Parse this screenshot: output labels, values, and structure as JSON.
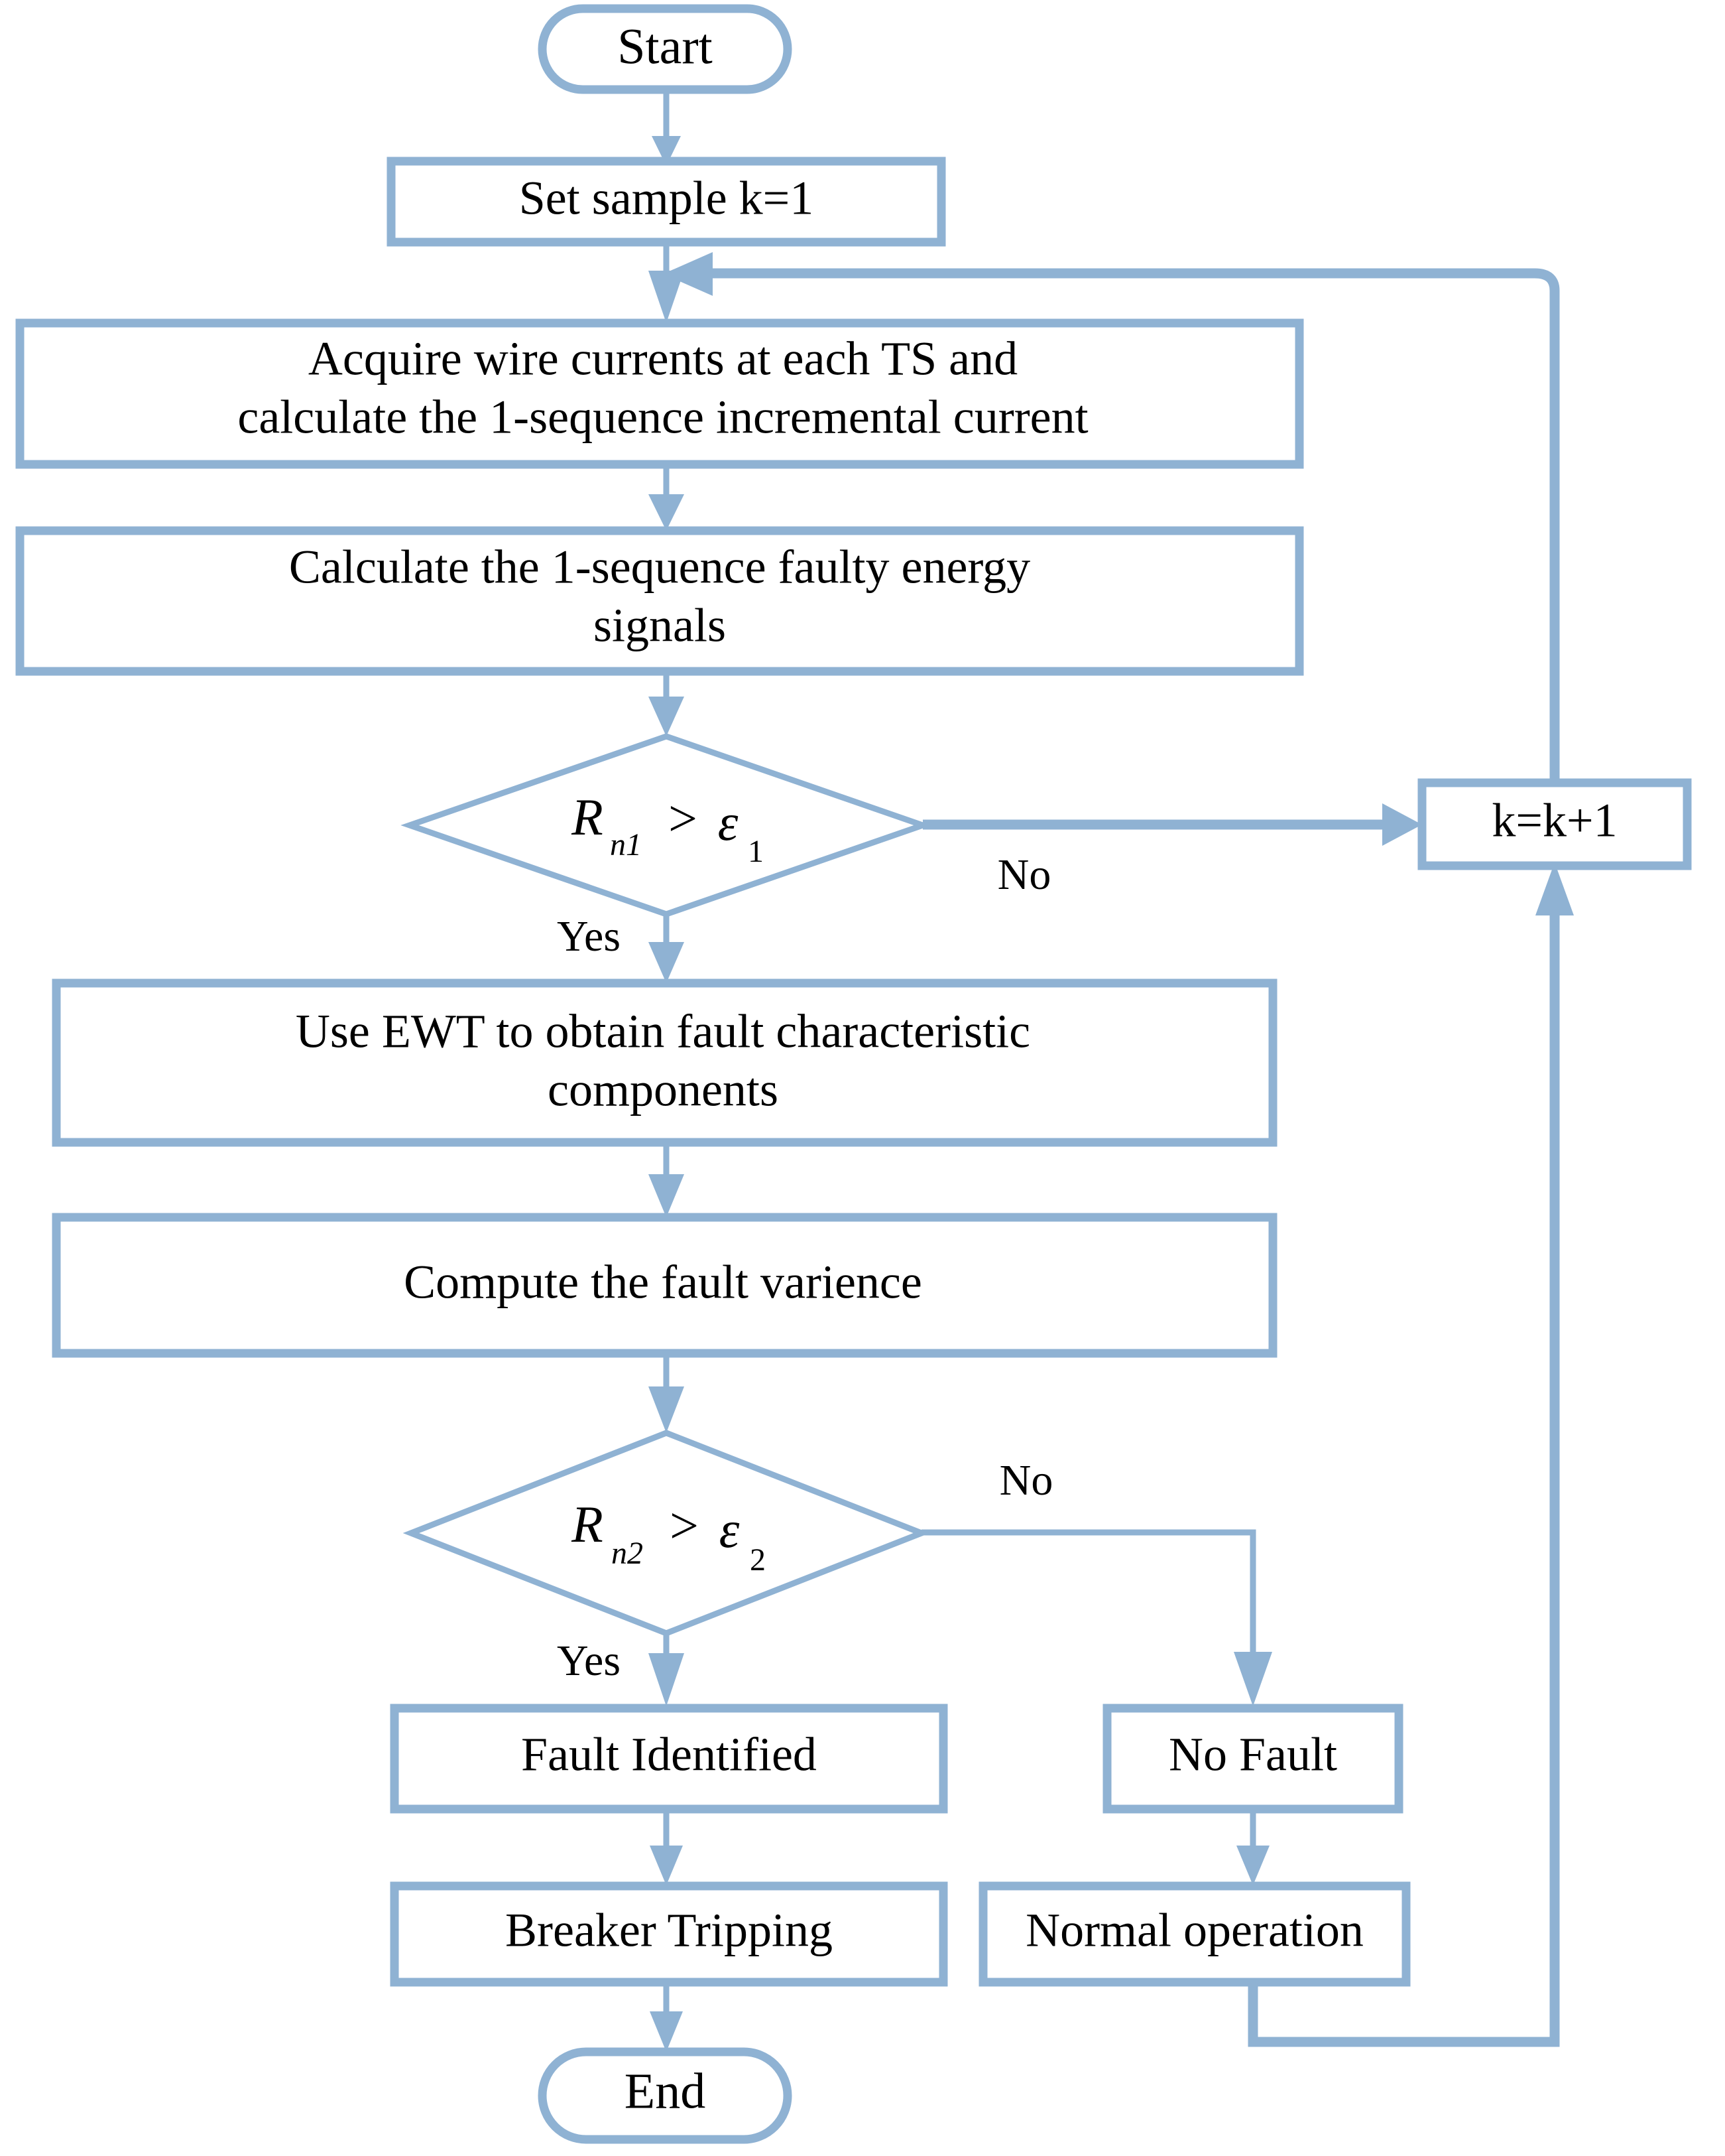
{
  "diagram": {
    "title": "Fault detection and protection flowchart",
    "accent_color": "#8FB2D3",
    "background_color": "#FFFFFF",
    "text_color": "#000000"
  },
  "nodes": {
    "start": {
      "label": "Start",
      "shape": "terminator"
    },
    "set_sample": {
      "label": "Set sample k=1",
      "shape": "process"
    },
    "acquire": {
      "line1": "Acquire wire currents at each TS and",
      "line2": "calculate the 1-sequence incremental current",
      "shape": "process"
    },
    "calc_energy": {
      "line1": "Calculate the 1-sequence faulty energy",
      "line2": "signals",
      "shape": "process"
    },
    "decision1": {
      "var": "R",
      "var_sub": "n1",
      "operator": ">",
      "threshold": "ε",
      "threshold_sub": "1",
      "shape": "decision"
    },
    "increment": {
      "label": "k=k+1",
      "shape": "process"
    },
    "ewt": {
      "line1": "Use EWT to obtain fault characteristic",
      "line2": "components",
      "shape": "process"
    },
    "variance": {
      "label": "Compute the fault varience",
      "shape": "process"
    },
    "decision2": {
      "var": "R",
      "var_sub": "n2",
      "operator": ">",
      "threshold": "ε",
      "threshold_sub": "2",
      "shape": "decision"
    },
    "fault_identified": {
      "label": "Fault Identified",
      "shape": "process"
    },
    "no_fault": {
      "label": "No Fault",
      "shape": "process"
    },
    "breaker_tripping": {
      "label": "Breaker Tripping",
      "shape": "process"
    },
    "normal_operation": {
      "label": "Normal operation",
      "shape": "process"
    },
    "end": {
      "label": "End",
      "shape": "terminator"
    }
  },
  "edge_labels": {
    "d1_no": "No",
    "d1_yes": "Yes",
    "d2_no": "No",
    "d2_yes": "Yes"
  }
}
